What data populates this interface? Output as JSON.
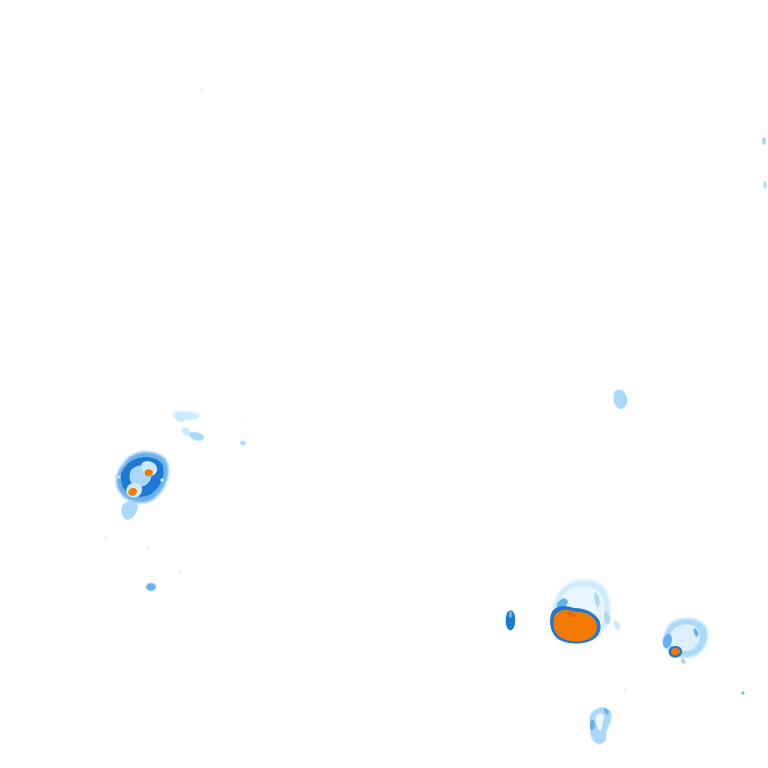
{
  "map": {
    "type": "weather-radar-overlay",
    "background": "#ffffff",
    "colors": {
      "light_rain": "#a9d8fb",
      "light_rain_pale": "#cdebff",
      "moderate_rain": "#66b3ec",
      "heavy_rain": "#1f78d1",
      "very_heavy_rain": "#0f5fb8",
      "intense_core": "#f57a00",
      "intense_core_dark": "#e26a00"
    },
    "cells": [
      {
        "name": "west-storm-cell",
        "intensity": "heavy"
      },
      {
        "name": "west-scattered-echoes",
        "intensity": "light"
      },
      {
        "name": "south-east-main-storm-cell",
        "intensity": "intense"
      },
      {
        "name": "east-small-storm-cell",
        "intensity": "moderate"
      },
      {
        "name": "south-shower-cell",
        "intensity": "light"
      },
      {
        "name": "central-east-shower-blob",
        "intensity": "light"
      },
      {
        "name": "south-east-west-fragment",
        "intensity": "heavy"
      },
      {
        "name": "north-east-edge-echoes",
        "intensity": "light"
      }
    ]
  }
}
